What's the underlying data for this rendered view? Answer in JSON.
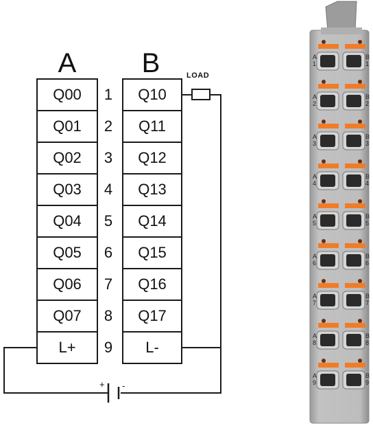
{
  "columns": {
    "a": {
      "header": "A",
      "terminals": [
        "Q00",
        "Q01",
        "Q02",
        "Q03",
        "Q04",
        "Q05",
        "Q06",
        "Q07",
        "L+"
      ]
    },
    "b": {
      "header": "B",
      "terminals": [
        "Q10",
        "Q11",
        "Q12",
        "Q13",
        "Q14",
        "Q15",
        "Q16",
        "Q17",
        "L-"
      ]
    }
  },
  "row_numbers": [
    "1",
    "2",
    "3",
    "4",
    "5",
    "6",
    "7",
    "8",
    "9"
  ],
  "load_label": "LOAD",
  "battery": {
    "plus": "+",
    "minus": "-"
  },
  "module": {
    "left_marks": [
      "A1",
      "A2",
      "A3",
      "A4",
      "A5",
      "A6",
      "A7",
      "A8",
      "A9"
    ],
    "right_marks": [
      "B1",
      "B2",
      "B3",
      "B4",
      "B5",
      "B6",
      "B7",
      "B8",
      "B9"
    ],
    "colors": {
      "housing": "#a9a9a9",
      "lever": "#f07c28",
      "slot": "#2b2b2b"
    }
  }
}
